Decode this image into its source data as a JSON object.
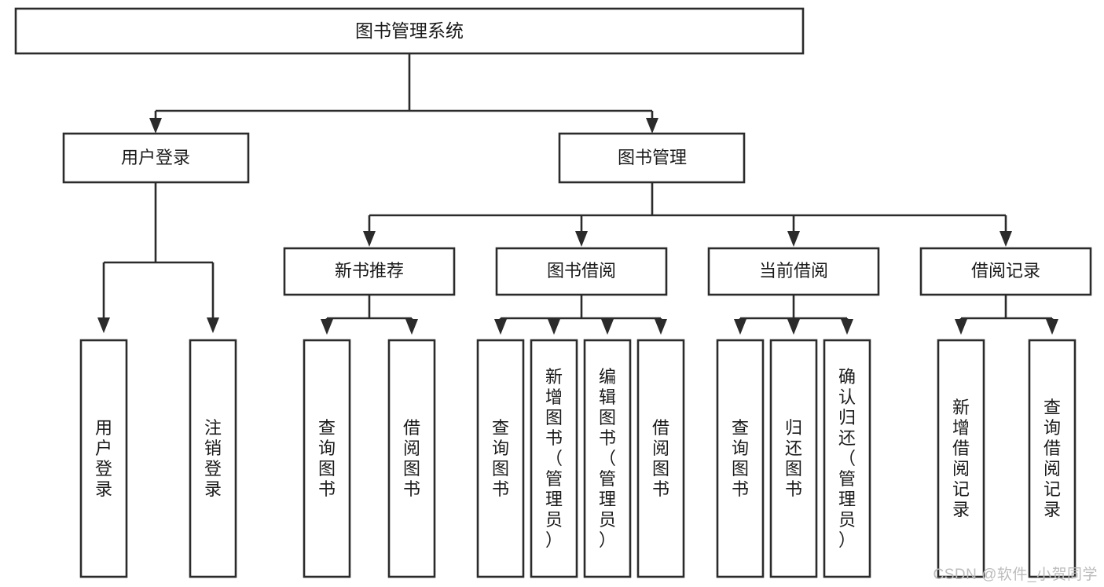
{
  "diagram": {
    "type": "tree-hierarchy",
    "title": "图书管理系统",
    "watermark": "CSDN @软件_小贺同学",
    "colors": {
      "stroke": "#2b2b2b",
      "fill": "#ffffff",
      "text": "#1a1a1a",
      "watermark": "#bcbcbc"
    },
    "levels": {
      "level1": [
        {
          "id": "root",
          "label": "图书管理系统"
        }
      ],
      "level2": [
        {
          "id": "user-login",
          "label": "用户登录",
          "parent": "root"
        },
        {
          "id": "book-management",
          "label": "图书管理",
          "parent": "root"
        }
      ],
      "level3": [
        {
          "id": "new-book-recommend",
          "label": "新书推荐",
          "parent": "book-management"
        },
        {
          "id": "book-borrow",
          "label": "图书借阅",
          "parent": "book-management"
        },
        {
          "id": "current-borrow",
          "label": "当前借阅",
          "parent": "book-management"
        },
        {
          "id": "borrow-record",
          "label": "借阅记录",
          "parent": "book-management"
        }
      ],
      "leaves": [
        {
          "id": "leaf-user-login",
          "label": "用户登录",
          "parent": "user-login"
        },
        {
          "id": "leaf-logout-login",
          "label": "注销登录",
          "parent": "user-login"
        },
        {
          "id": "leaf-query-book-1",
          "label": "查询图书",
          "parent": "new-book-recommend"
        },
        {
          "id": "leaf-borrow-book-1",
          "label": "借阅图书",
          "parent": "new-book-recommend"
        },
        {
          "id": "leaf-query-book-2",
          "label": "查询图书",
          "parent": "book-borrow"
        },
        {
          "id": "leaf-add-book",
          "label": "新增图书（管理员）",
          "parent": "book-borrow"
        },
        {
          "id": "leaf-edit-book",
          "label": "编辑图书（管理员）",
          "parent": "book-borrow"
        },
        {
          "id": "leaf-borrow-book-2",
          "label": "借阅图书",
          "parent": "book-borrow"
        },
        {
          "id": "leaf-query-book-3",
          "label": "查询图书",
          "parent": "current-borrow"
        },
        {
          "id": "leaf-return-book",
          "label": "归还图书",
          "parent": "current-borrow"
        },
        {
          "id": "leaf-confirm-return",
          "label": "确认归还（管理员）",
          "parent": "current-borrow"
        },
        {
          "id": "leaf-add-record",
          "label": "新增借阅记录",
          "parent": "borrow-record"
        },
        {
          "id": "leaf-query-record",
          "label": "查询借阅记录",
          "parent": "borrow-record"
        }
      ]
    }
  }
}
